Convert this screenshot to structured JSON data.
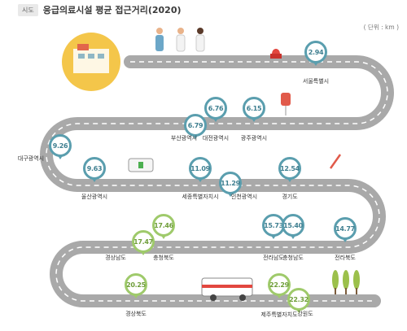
{
  "header": {
    "badge": "시도",
    "title": "응급의료시설 평균 접근거리(2020)",
    "unit": "( 단위 : km )"
  },
  "colors": {
    "road": "#a9a9a9",
    "teal": "#5a9eae",
    "green": "#9fca6b"
  },
  "regions": [
    {
      "name": "서울특별시",
      "value": "2.94"
    },
    {
      "name": "부산광역시",
      "value": "6.79"
    },
    {
      "name": "대전광역시",
      "value": "6.76"
    },
    {
      "name": "광주광역시",
      "value": "6.15"
    },
    {
      "name": "대구광역시",
      "value": "9.26"
    },
    {
      "name": "울산광역시",
      "value": "9.63"
    },
    {
      "name": "세종특별자치시",
      "value": "11.09"
    },
    {
      "name": "인천광역시",
      "value": "11.29"
    },
    {
      "name": "경기도",
      "value": "12.54"
    },
    {
      "name": "경상남도",
      "value": "17.47"
    },
    {
      "name": "충청북도",
      "value": "17.46"
    },
    {
      "name": "전라남도",
      "value": "15.73"
    },
    {
      "name": "충청남도",
      "value": "15.40"
    },
    {
      "name": "전라북도",
      "value": "14.77"
    },
    {
      "name": "경상북도",
      "value": "20.25"
    },
    {
      "name": "제주특별자치도",
      "value": "22.29"
    },
    {
      "name": "강원도",
      "value": "22.32"
    }
  ]
}
